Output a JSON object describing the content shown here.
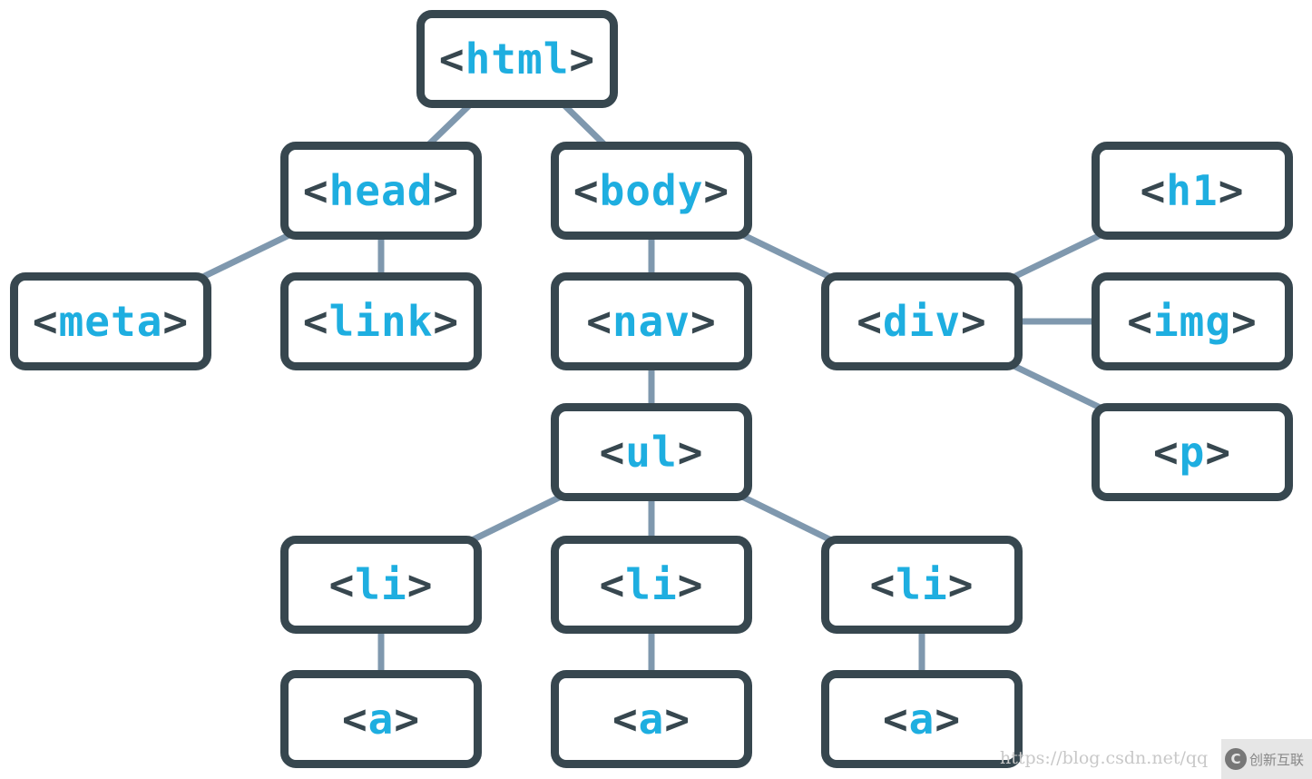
{
  "nodes": [
    {
      "id": "html",
      "tag": "html"
    },
    {
      "id": "head",
      "tag": "head"
    },
    {
      "id": "body",
      "tag": "body"
    },
    {
      "id": "h1",
      "tag": "h1"
    },
    {
      "id": "meta",
      "tag": "meta"
    },
    {
      "id": "link",
      "tag": "link"
    },
    {
      "id": "nav",
      "tag": "nav"
    },
    {
      "id": "div",
      "tag": "div"
    },
    {
      "id": "img",
      "tag": "img"
    },
    {
      "id": "ul",
      "tag": "ul"
    },
    {
      "id": "p",
      "tag": "p"
    },
    {
      "id": "li1",
      "tag": "li"
    },
    {
      "id": "li2",
      "tag": "li"
    },
    {
      "id": "li3",
      "tag": "li"
    },
    {
      "id": "a1",
      "tag": "a"
    },
    {
      "id": "a2",
      "tag": "a"
    },
    {
      "id": "a3",
      "tag": "a"
    }
  ],
  "edges": [
    [
      "html",
      "head"
    ],
    [
      "html",
      "body"
    ],
    [
      "head",
      "meta"
    ],
    [
      "head",
      "link"
    ],
    [
      "body",
      "nav"
    ],
    [
      "body",
      "div"
    ],
    [
      "div",
      "h1"
    ],
    [
      "div",
      "img"
    ],
    [
      "div",
      "p"
    ],
    [
      "nav",
      "ul"
    ],
    [
      "ul",
      "li1"
    ],
    [
      "ul",
      "li2"
    ],
    [
      "ul",
      "li3"
    ],
    [
      "li1",
      "a1"
    ],
    [
      "li2",
      "a2"
    ],
    [
      "li3",
      "a3"
    ]
  ],
  "colors": {
    "border": "#37474f",
    "tag": "#1eaee0",
    "edge": "#7f98ae"
  },
  "watermark": {
    "url": "https://blog.csdn.net/qq",
    "logo_text": "创新互联"
  }
}
